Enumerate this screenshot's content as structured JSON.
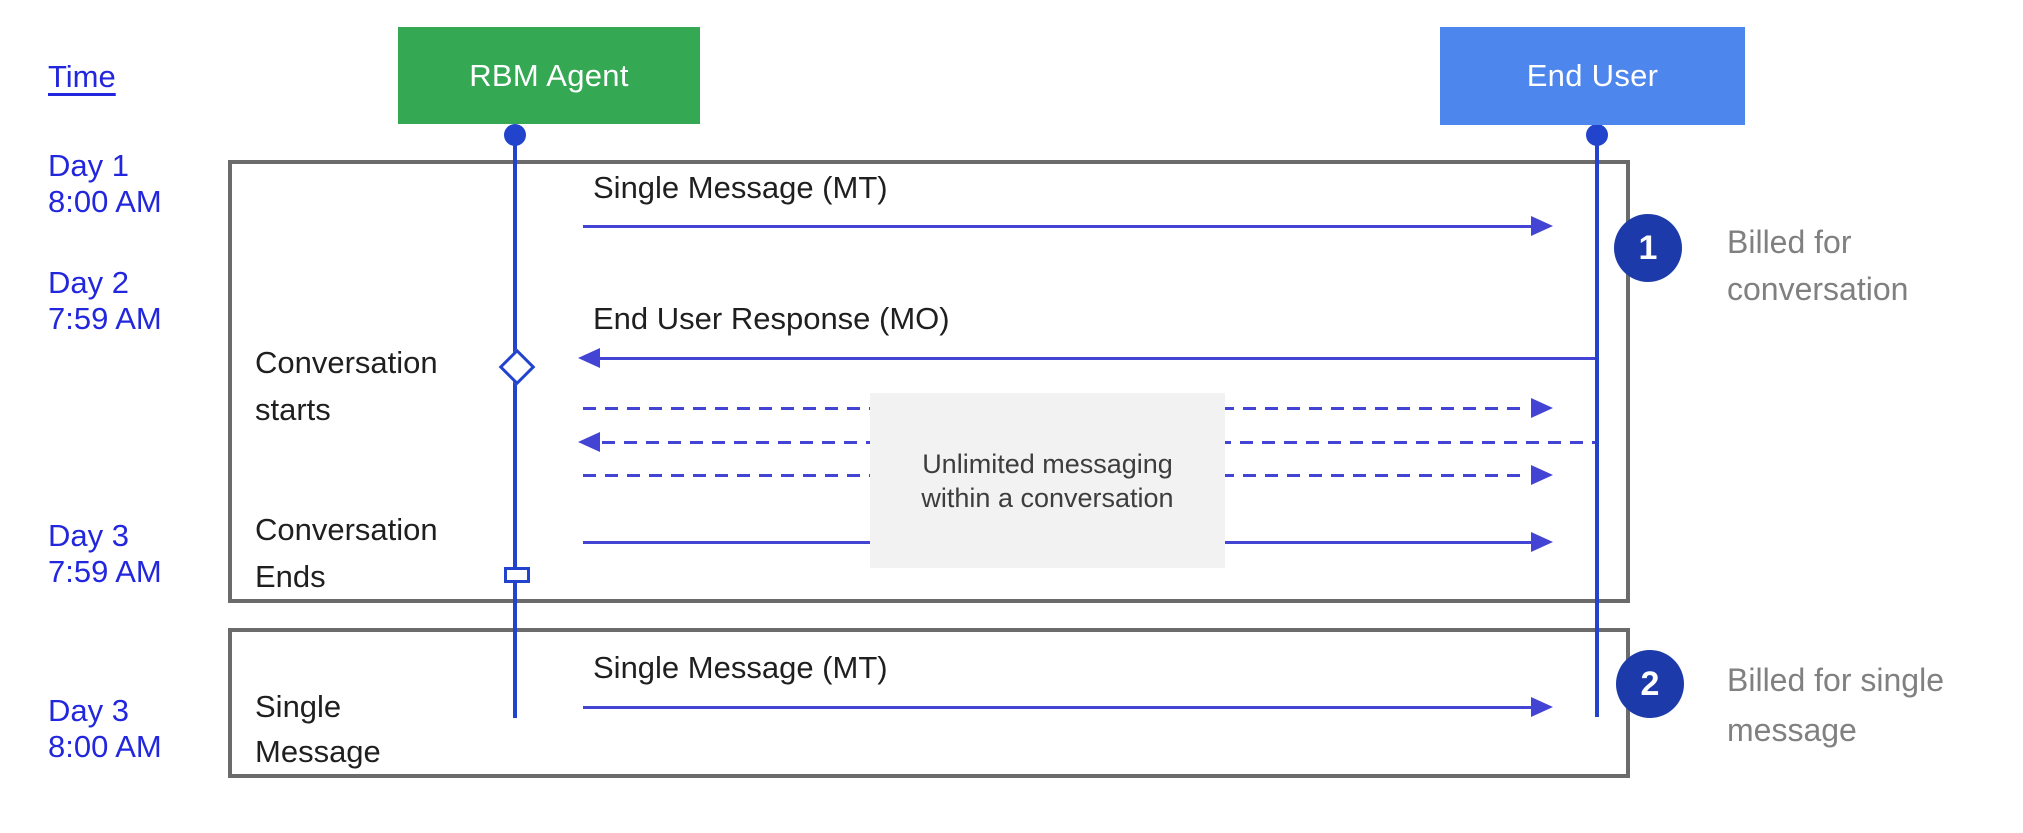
{
  "colors": {
    "green": "#34a853",
    "blue": "#4d86ec",
    "lifeline": "#2244cc",
    "arrow": "#4444d4",
    "badge": "#1c3aa9",
    "day": "#2227dd",
    "border": "#6b6b6b",
    "note_bg": "#f2f2f2",
    "note_text": "#3d3d3d",
    "billed": "#808080",
    "label": "#1f1f1f"
  },
  "actors": {
    "agent": {
      "label": "RBM Agent"
    },
    "end_user": {
      "label": "End User"
    }
  },
  "time_column": {
    "label": "Time",
    "entries": [
      {
        "day": "Day 1",
        "time": "8:00 AM"
      },
      {
        "day": "Day 2",
        "time": "7:59 AM"
      },
      {
        "day": "Day 3",
        "time": "7:59 AM"
      },
      {
        "day": "Day 3",
        "time": "8:00 AM"
      }
    ]
  },
  "phase_labels": {
    "conversation_starts": {
      "line1": "Conversation",
      "line2": "starts"
    },
    "conversation_ends": {
      "line1": "Conversation",
      "line2": "Ends"
    },
    "single_message": {
      "line1": "Single",
      "line2": "Message"
    }
  },
  "messages": {
    "mt1": {
      "label": "Single Message (MT)",
      "direction": "right",
      "style": "solid"
    },
    "mo": {
      "label": "End User Response (MO)",
      "direction": "left",
      "style": "solid"
    },
    "unlimited_1": {
      "direction": "right",
      "style": "dashed"
    },
    "unlimited_2": {
      "direction": "left",
      "style": "dashed"
    },
    "unlimited_3": {
      "direction": "right",
      "style": "dashed"
    },
    "conversation_end_msg": {
      "direction": "right",
      "style": "solid"
    },
    "mt2": {
      "label": "Single Message (MT)",
      "direction": "right",
      "style": "solid"
    }
  },
  "note": {
    "line1": "Unlimited messaging",
    "line2": "within a conversation"
  },
  "billing": [
    {
      "badge": "1",
      "line1": "Billed for",
      "line2": "conversation"
    },
    {
      "badge": "2",
      "line1": "Billed for single",
      "line2": "message"
    }
  ]
}
